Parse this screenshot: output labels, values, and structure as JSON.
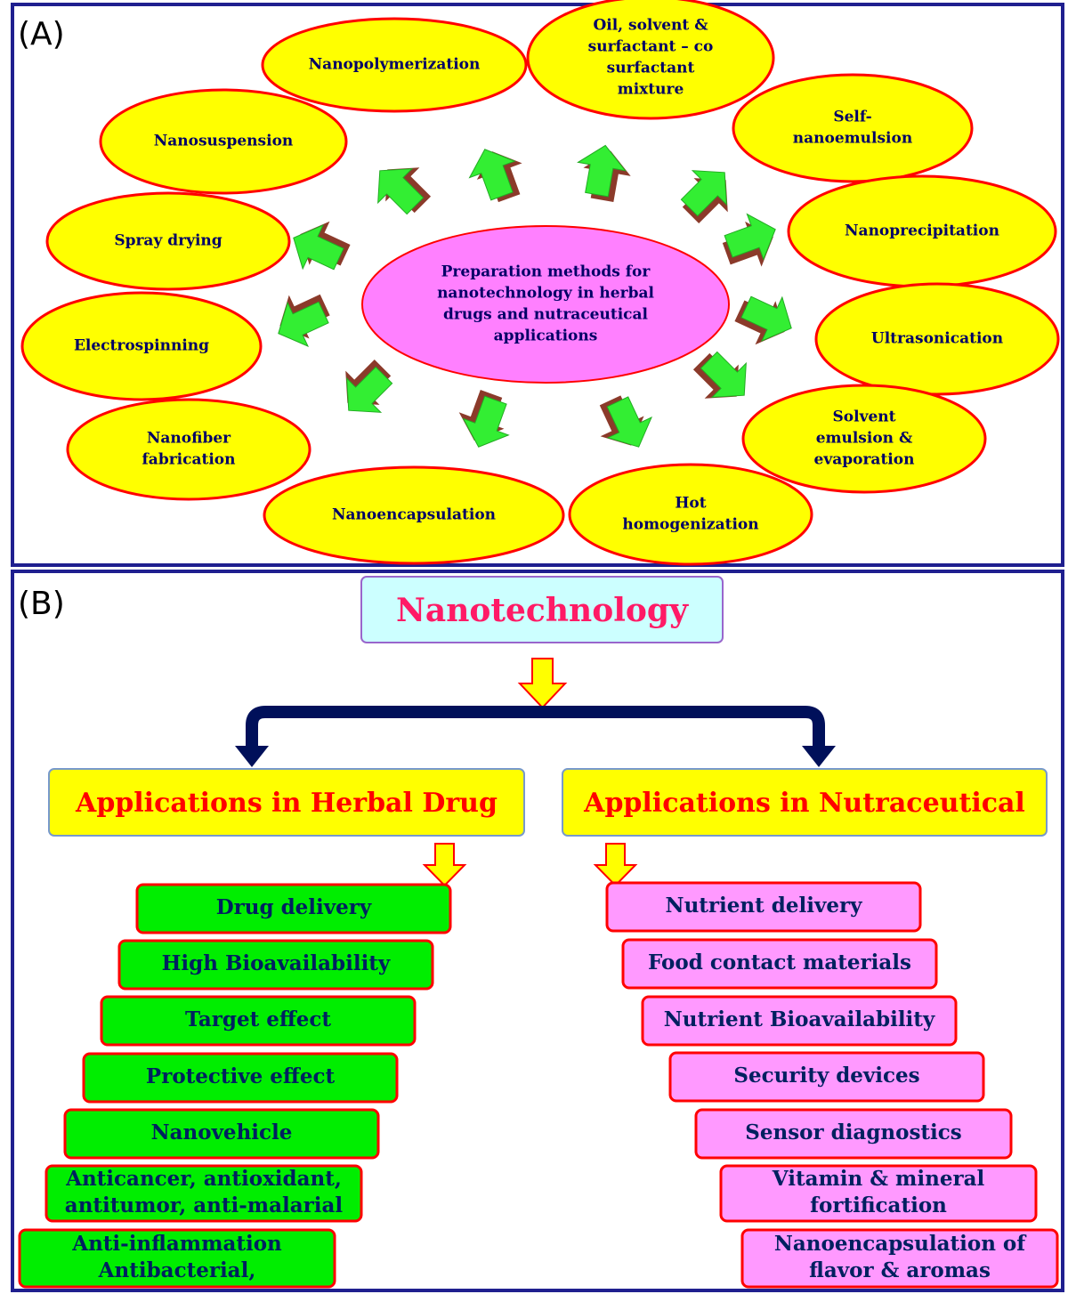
{
  "panel_a": {
    "label": "(A)",
    "center": [
      "Preparation methods for",
      "nanotechnology in herbal",
      "drugs and nutraceutical",
      "applications"
    ],
    "methods": [
      {
        "lines": [
          "Nanopolymerization"
        ]
      },
      {
        "lines": [
          "Oil, solvent &",
          "surfactant – co",
          "surfactant",
          "mixture"
        ]
      },
      {
        "lines": [
          "Self-",
          "nanoemulsion"
        ]
      },
      {
        "lines": [
          "Nanoprecipitation"
        ]
      },
      {
        "lines": [
          "Ultrasonication"
        ]
      },
      {
        "lines": [
          "Solvent",
          "emulsion &",
          "evaporation"
        ]
      },
      {
        "lines": [
          "Hot",
          "homogenization"
        ]
      },
      {
        "lines": [
          "Nanoencapsulation"
        ]
      },
      {
        "lines": [
          "Nanofiber",
          "fabrication"
        ]
      },
      {
        "lines": [
          "Electrospinning"
        ]
      },
      {
        "lines": [
          "Spray drying"
        ]
      },
      {
        "lines": [
          "Nanosuspension"
        ]
      }
    ]
  },
  "panel_b": {
    "label": "(B)",
    "title": "Nanotechnology",
    "left_heading": "Applications in Herbal Drug",
    "right_heading": "Applications in Nutraceutical",
    "herbal_items": [
      {
        "lines": [
          "Drug delivery"
        ]
      },
      {
        "lines": [
          "High Bioavailability"
        ]
      },
      {
        "lines": [
          "Target effect"
        ]
      },
      {
        "lines": [
          "Protective effect"
        ]
      },
      {
        "lines": [
          "Nanovehicle"
        ]
      },
      {
        "lines": [
          "Anticancer, antioxidant,",
          "antitumor, anti-malarial"
        ]
      },
      {
        "lines": [
          "Anti-inflammation",
          "Antibacterial,"
        ]
      }
    ],
    "nutraceutical_items": [
      {
        "lines": [
          "Nutrient delivery"
        ]
      },
      {
        "lines": [
          "Food contact materials"
        ]
      },
      {
        "lines": [
          "Nutrient Bioavailability"
        ]
      },
      {
        "lines": [
          "Security devices"
        ]
      },
      {
        "lines": [
          "Sensor diagnostics"
        ]
      },
      {
        "lines": [
          "Vitamin & mineral",
          "fortification"
        ]
      },
      {
        "lines": [
          "Nanoencapsulation of",
          "flavor & aromas"
        ]
      }
    ]
  },
  "colors": {
    "frame": "#1f1f8f",
    "ellipse_fill": "#ffff00",
    "ellipse_stroke": "#ff0000",
    "center_fill": "#ff80ff",
    "arrow_green": "#33ee33",
    "arrow_shadow": "#8b3a2a",
    "herbal_box": "#00ee00",
    "nutra_box": "#ff99ff",
    "heading_fill": "#ffff00",
    "title_box": "#ccffff",
    "connector": "#00105a"
  }
}
